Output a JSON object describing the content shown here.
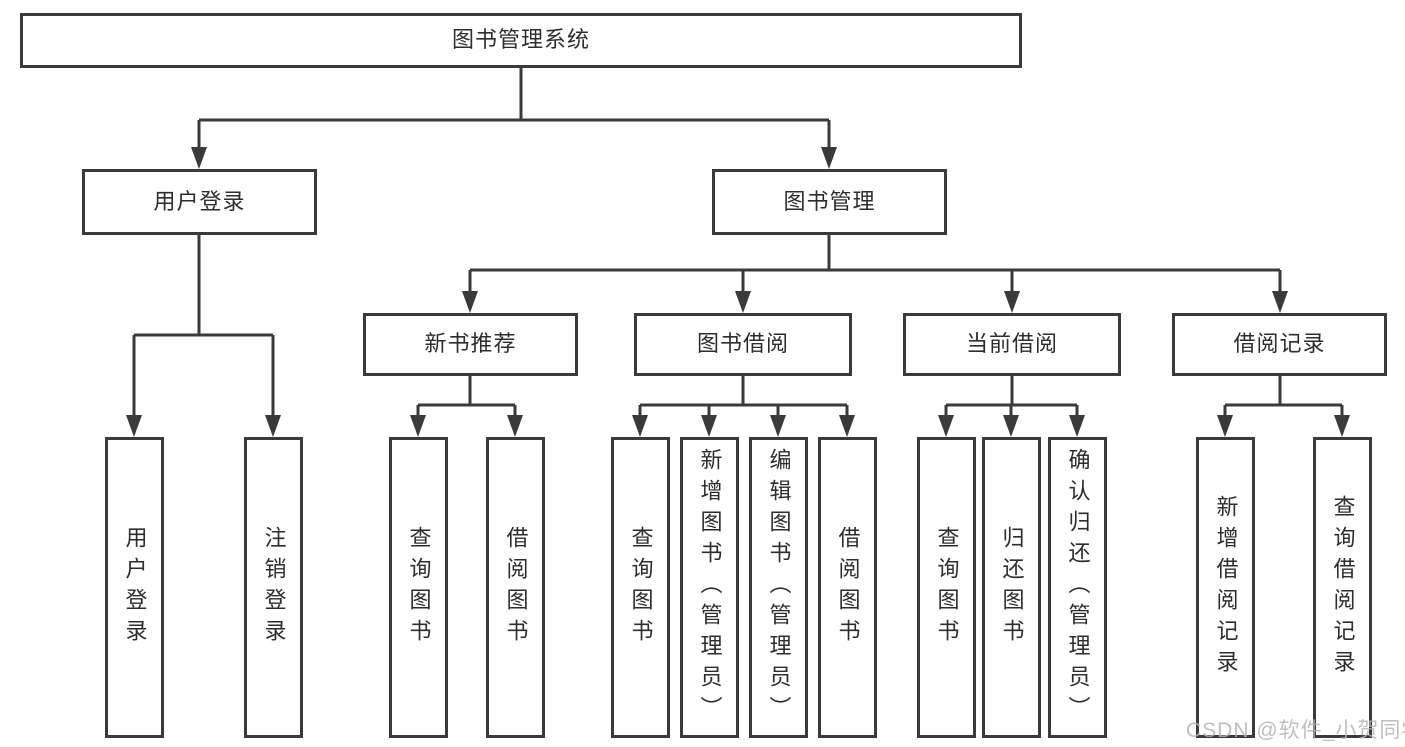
{
  "nodes": {
    "root": "图书管理系统",
    "l2": [
      "用户登录",
      "图书管理"
    ],
    "l3": [
      "新书推荐",
      "图书借阅",
      "当前借阅",
      "借阅记录"
    ],
    "l4_login": [
      "用户登录",
      "注销登录"
    ],
    "l4_recommend": [
      "查询图书",
      "借阅图书"
    ],
    "l4_borrow": [
      "查询图书",
      "新增图书（管理员）",
      "编辑图书（管理员）",
      "借阅图书"
    ],
    "l4_current": [
      "查询图书",
      "归还图书",
      "确认归还（管理员）"
    ],
    "l4_records": [
      "新增借阅记录",
      "查询借阅记录"
    ]
  },
  "watermark": "CSDN @软件_小贺同学",
  "colors": {
    "line": "#3a3a3a",
    "text": "#2d2d2d",
    "watermark": "#b5b5b5",
    "background": "#ffffff"
  }
}
